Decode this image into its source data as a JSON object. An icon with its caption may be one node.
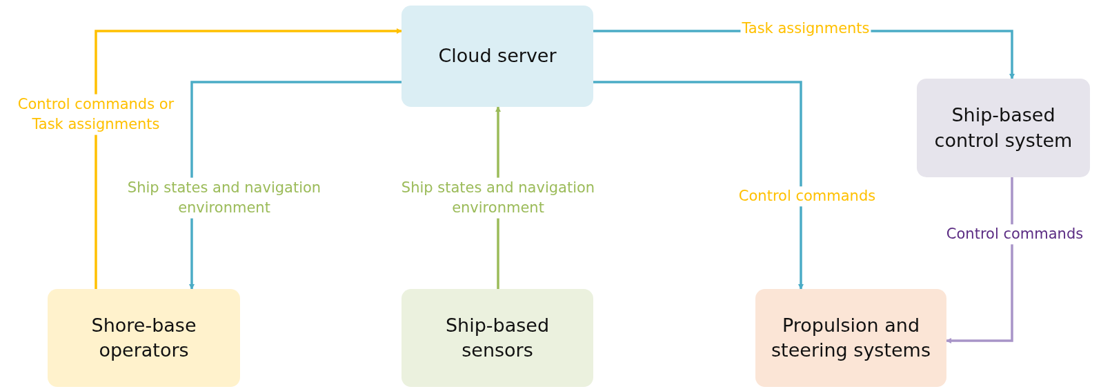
{
  "diagram": {
    "nodes": [
      {
        "text": [
          "Cloud server"
        ]
      },
      {
        "text": [
          "Ship-based control system"
        ]
      },
      {
        "text": [
          "Shore-base operators"
        ]
      },
      {
        "text": [
          "Ship-based sensors"
        ]
      },
      {
        "text": [
          "Propulsion and steering systems"
        ]
      }
    ],
    "edges": [
      {
        "from": 2,
        "to": 0,
        "arrow": "to",
        "label": "Control commands or Task assignments",
        "color": "#ffc000"
      },
      {
        "from": 0,
        "to": 2,
        "arrow": "to",
        "label": "Ship states and navigation environment"
      },
      {
        "from": 3,
        "to": 0,
        "arrow": "to",
        "label": "Ship states and navigation environment",
        "color": "#9bbb59"
      },
      {
        "from": 0,
        "to": 4,
        "arrow": "to",
        "label": "Control commands"
      },
      {
        "from": 0,
        "to": 1,
        "arrow": "to",
        "label": "Task assignments"
      },
      {
        "from": 1,
        "to": 4,
        "arrow": "to",
        "label": "Control commands",
        "color": "#a894c8"
      }
    ]
  }
}
